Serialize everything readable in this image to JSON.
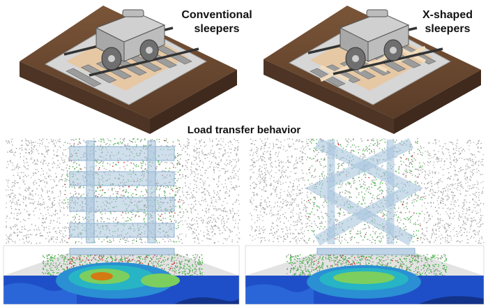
{
  "figure": {
    "top_left_label": [
      "Conventional",
      "sleepers"
    ],
    "top_right_label": [
      "X-shaped",
      "sleepers"
    ],
    "middle_label": "Load transfer behavior"
  },
  "colors": {
    "soil": "#6b4a34",
    "soil_dark": "#4e3424",
    "ballast": "#d9d9d9",
    "subballast": "#e9c9a2",
    "rail": "#3a3a3a",
    "bogie": "#c9c9c9",
    "sleeper_overlay": "#a9c4dd",
    "particle_grey": "#9a9a9a",
    "particle_green": "#3fae3f",
    "particle_red": "#c62020",
    "stress_low": "#1f4fc8",
    "stress_mid": "#27a6c9",
    "stress_high": "#d47a12"
  },
  "icons": [
    "bogie-icon",
    "rail-icon",
    "sleeper-icon"
  ]
}
